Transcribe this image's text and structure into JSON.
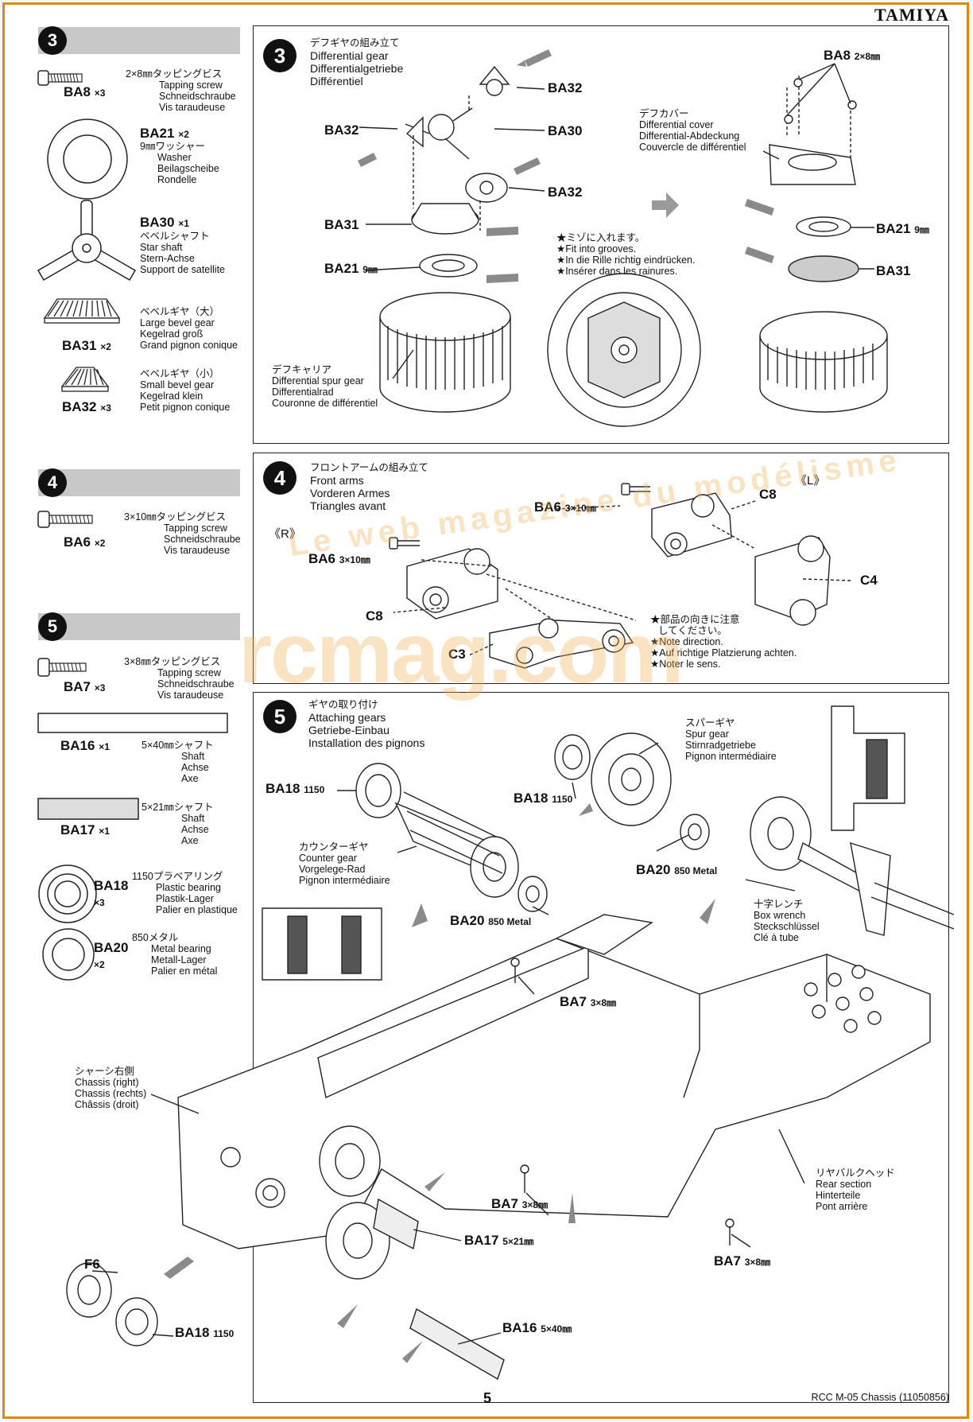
{
  "brand": "TAMIYA",
  "footer": {
    "page_number": "5",
    "title": "RCC M-05 Chassis (11050856)"
  },
  "watermark": {
    "text": "rcmag.com",
    "arc": "Le web magazine du modélisme"
  },
  "sidebar": {
    "step3": {
      "num": "3",
      "parts": [
        {
          "code": "BA8",
          "qty": "×3",
          "jp": "2×8㎜タッピングビス",
          "en": "Tapping screw",
          "de": "Schneidschraube",
          "fr": "Vis taraudeuse"
        },
        {
          "code": "BA21",
          "qty": "×2",
          "jp": "9㎜ワッシャー",
          "en": "Washer",
          "de": "Beilagscheibe",
          "fr": "Rondelle"
        },
        {
          "code": "BA30",
          "qty": "×1",
          "jp": "ベベルシャフト",
          "en": "Star shaft",
          "de": "Stern-Achse",
          "fr": "Support de satellite"
        },
        {
          "code": "BA31",
          "qty": "×2",
          "jp": "ベベルギヤ（大）",
          "en": "Large bevel gear",
          "de": "Kegelrad groß",
          "fr": "Grand pignon conique"
        },
        {
          "code": "BA32",
          "qty": "×3",
          "jp": "ベベルギヤ（小）",
          "en": "Small bevel gear",
          "de": "Kegelrad klein",
          "fr": "Petit pignon conique"
        }
      ]
    },
    "step4": {
      "num": "4",
      "parts": [
        {
          "code": "BA6",
          "qty": "×2",
          "jp": "3×10㎜タッピングビス",
          "en": "Tapping screw",
          "de": "Schneidschraube",
          "fr": "Vis taraudeuse"
        }
      ]
    },
    "step5": {
      "num": "5",
      "parts": [
        {
          "code": "BA7",
          "qty": "×3",
          "jp": "3×8㎜タッピングビス",
          "en": "Tapping screw",
          "de": "Schneidschraube",
          "fr": "Vis taraudeuse"
        },
        {
          "code": "BA16",
          "qty": "×1",
          "jp": "5×40㎜シャフト",
          "en": "Shaft",
          "de": "Achse",
          "fr": "Axe"
        },
        {
          "code": "BA17",
          "qty": "×1",
          "jp": "5×21㎜シャフト",
          "en": "Shaft",
          "de": "Achse",
          "fr": "Axe"
        },
        {
          "code": "BA18",
          "qty": "×3",
          "jp": "1150プラベアリング",
          "en": "Plastic bearing",
          "de": "Plastik-Lager",
          "fr": "Palier en plastique"
        },
        {
          "code": "BA20",
          "qty": "×2",
          "jp": "850メタル",
          "en": "Metal bearing",
          "de": "Metall-Lager",
          "fr": "Palier en métal"
        }
      ]
    }
  },
  "step3": {
    "num": "3",
    "title": {
      "jp": "デフギヤの組み立て",
      "en": "Differential gear",
      "de": "Differentialgetriebe",
      "fr": "Différentiel"
    },
    "labels": {
      "ba32_top": "BA32",
      "ba30": "BA30",
      "ba32_left": "BA32",
      "ba32_right": "BA32",
      "ba31": "BA31",
      "ba21": "BA21",
      "ba21_size": "9㎜",
      "ba8": "BA8",
      "ba8_size": "2×8㎜",
      "ba21_r": "BA21",
      "ba21_r_size": "9㎜",
      "ba31_r": "BA31"
    },
    "cover": {
      "jp": "デフカバー",
      "en": "Differential cover",
      "de": "Differential-Abdeckung",
      "fr": "Couvercle de différentiel"
    },
    "carrier": {
      "jp": "デフキャリア",
      "en": "Differential spur gear",
      "de": "Differentialrad",
      "fr": "Couronne de différentiel"
    },
    "note": {
      "jp": "★ミゾに入れます。",
      "en": "★Fit into grooves.",
      "de": "★In die Rille richtig eindrücken.",
      "fr": "★Insérer dans les rainures."
    }
  },
  "step4": {
    "num": "4",
    "title": {
      "jp": "フロントアームの組み立て",
      "en": "Front arms",
      "de": "Vorderen Armes",
      "fr": "Triangles avant"
    },
    "left_mark": "《L》",
    "right_mark": "《R》",
    "labels": {
      "ba6_l": "BA6",
      "ba6_l_size": "3×10㎜",
      "ba6_r": "BA6",
      "ba6_r_size": "3×10㎜",
      "c8_l": "C8",
      "c4": "C4",
      "c8_r": "C8",
      "c3": "C3"
    },
    "note": {
      "jp1": "★部品の向きに注意",
      "jp2": "してください。",
      "en": "★Note direction.",
      "de": "★Auf richtige Platzierung achten.",
      "fr": "★Noter le sens."
    }
  },
  "step5": {
    "num": "5",
    "title": {
      "jp": "ギヤの取り付け",
      "en": "Attaching gears",
      "de": "Getriebe-Einbau",
      "fr": "Installation des pignons"
    },
    "spur": {
      "jp": "スパーギヤ",
      "en": "Spur gear",
      "de": "Stirnradgetriebe",
      "fr": "Pignon intermédiaire"
    },
    "counter": {
      "jp": "カウンターギヤ",
      "en": "Counter gear",
      "de": "Vorgelege-Rad",
      "fr": "Pignon intermédiaire"
    },
    "wrench": {
      "jp": "十字レンチ",
      "en": "Box wrench",
      "de": "Steckschlüssel",
      "fr": "Clé à tube"
    },
    "chassis": {
      "jp": "シャーシ右側",
      "en": "Chassis (right)",
      "de": "Chassis (rechts)",
      "fr": "Châssis (droit)"
    },
    "rear": {
      "jp": "リヤバルクヘッド",
      "en": "Rear section",
      "de": "Hinterteile",
      "fr": "Pont arrière"
    },
    "labels": {
      "ba18_a": "BA18",
      "ba18_a_size": "1150",
      "ba18_b": "BA18",
      "ba18_b_size": "1150",
      "ba20_a": "BA20",
      "ba20_a_size": "850 Metal",
      "ba20_b": "BA20",
      "ba20_b_size": "850 Metal",
      "ba7_a": "BA7",
      "ba7_a_size": "3×8㎜",
      "ba7_b": "BA7",
      "ba7_b_size": "3×8㎜",
      "ba7_c": "BA7",
      "ba7_c_size": "3×8㎜",
      "ba17": "BA17",
      "ba17_size": "5×21㎜",
      "ba16": "BA16",
      "ba16_size": "5×40㎜",
      "f6": "F6",
      "ba18_c": "BA18",
      "ba18_c_size": "1150"
    }
  }
}
